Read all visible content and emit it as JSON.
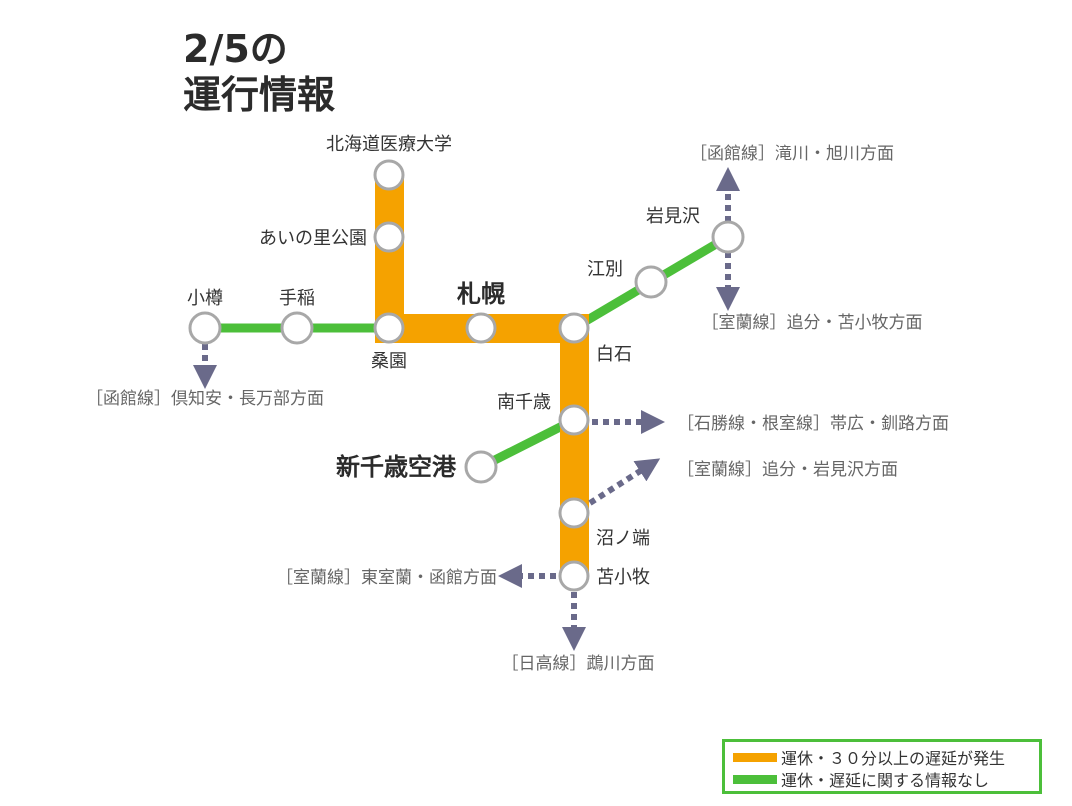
{
  "title": {
    "line1": "2/5の",
    "line2": "運行情報"
  },
  "colors": {
    "suspended": "#f5a200",
    "normal": "#4cbf3a",
    "arrow": "#6a6a8a",
    "station_stroke": "#a8a8a8"
  },
  "stations": {
    "hokkaido_iryo": "北海道医療大学",
    "ainosato": "あいの里公園",
    "otaru": "小樽",
    "teine": "手稲",
    "soen": "桑園",
    "sapporo": "札幌",
    "shiroishi": "白石",
    "ebetsu": "江別",
    "iwamizawa": "岩見沢",
    "minami_chitose": "南千歳",
    "new_chitose": "新千歳空港",
    "numanohata": "沼ノ端",
    "tomakomai": "苫小牧"
  },
  "directions": {
    "hakodate_north": "［函館線］滝川・旭川方面",
    "muroran_oiwake_tomakomai": "［室蘭線］追分・苫小牧方面",
    "hakodate_west": "［函館線］倶知安・長万部方面",
    "sekisho": "［石勝線・根室線］帯広・釧路方面",
    "muroran_oiwake_iwamizawa": "［室蘭線］追分・岩見沢方面",
    "muroran_east": "［室蘭線］東室蘭・函館方面",
    "hidaka": "［日高線］鵡川方面"
  },
  "legend": [
    {
      "label": "運休・３０分以上の遅延が発生",
      "color": "#f5a200"
    },
    {
      "label": "運休・遅延に関する情報なし",
      "color": "#4cbf3a"
    }
  ]
}
